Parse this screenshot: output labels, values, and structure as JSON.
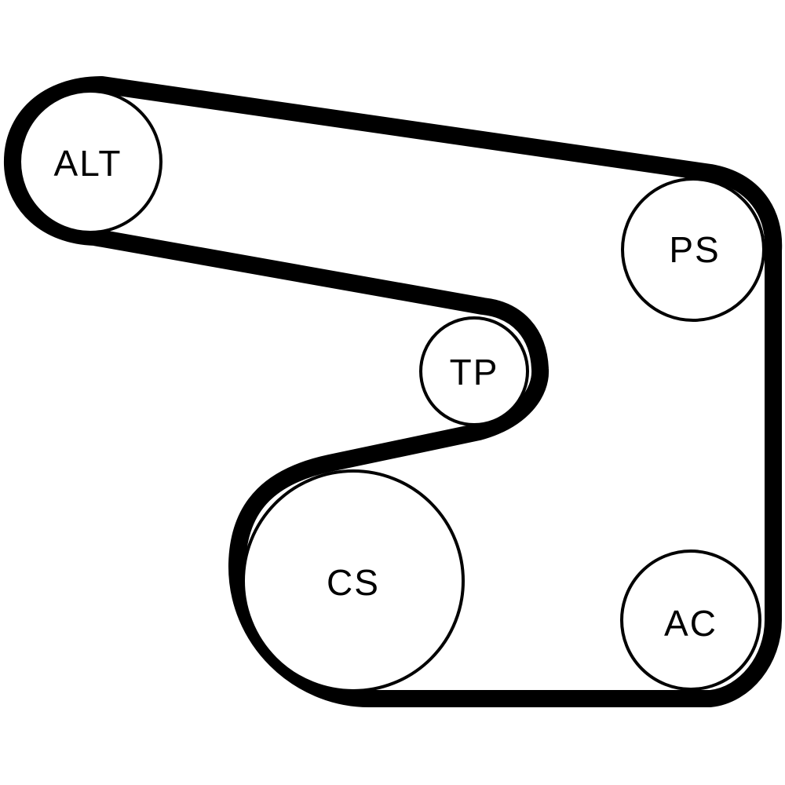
{
  "diagram": {
    "belt_color": "#000000",
    "background_color": "#ffffff",
    "pulleys": [
      {
        "id": "alt",
        "label": "ALT"
      },
      {
        "id": "ps",
        "label": "PS"
      },
      {
        "id": "tp",
        "label": "TP"
      },
      {
        "id": "cs",
        "label": "CS"
      },
      {
        "id": "ac",
        "label": "AC"
      }
    ]
  }
}
